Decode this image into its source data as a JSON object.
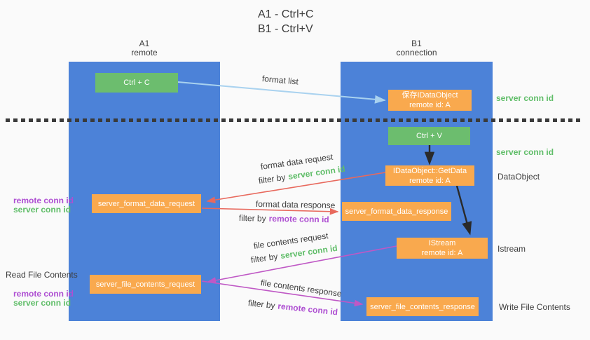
{
  "title": {
    "line1": "A1 - Ctrl+C",
    "line2": "B1 - Ctrl+V"
  },
  "columns": {
    "a1": {
      "name": "A1",
      "subtitle": "remote"
    },
    "b1": {
      "name": "B1",
      "subtitle": "connection"
    }
  },
  "nodes": {
    "ctrl_c": "Ctrl + C",
    "ctrl_v": "Ctrl + V",
    "save_dataobject": {
      "line1": "保存IDataObject",
      "line2": "remote id: A"
    },
    "getdata": {
      "line1": "IDataObject::GetData",
      "line2": "remote id: A"
    },
    "istream": {
      "line1": "IStream",
      "line2": "remote id: A"
    },
    "format_request": "server_format_data_request",
    "format_response": "server_format_data_response",
    "file_request": "server_file_contents_request",
    "file_response": "server_file_contents_response"
  },
  "side_labels": {
    "server_conn_id_top": "server conn id",
    "server_conn_id_mid": "server conn id",
    "dataobject": "DataObject",
    "istream": "Istream",
    "write_file_contents": "Write File Contents",
    "read_file_contents": "Read File Contents",
    "remote_conn_id_a": "remote conn id",
    "server_conn_id_a": "server conn id",
    "remote_conn_id_b": "remote conn id",
    "server_conn_id_b": "server conn id"
  },
  "arrow_labels": {
    "format_list": "format list",
    "format_data_request": "format data request",
    "format_data_response": "format data response",
    "file_contents_request": "file contents request",
    "file_contents_response": "file contents response",
    "filter_by": "filter by",
    "server_conn_id": "server conn id",
    "remote_conn_id": "remote conn id"
  },
  "colors": {
    "background": "#fafafa",
    "lane_blue": "#4c82d8",
    "node_orange": "#f9a94e",
    "node_green": "#6cbd6e",
    "text_dark": "#3d3d3d",
    "accent_green": "#5fbd68",
    "accent_purple": "#ae4fd2",
    "arrow_lightblue": "#a9d2ef",
    "arrow_red": "#e8695d",
    "arrow_magenta": "#bf58c5",
    "arrow_black": "#2a2a2a"
  }
}
